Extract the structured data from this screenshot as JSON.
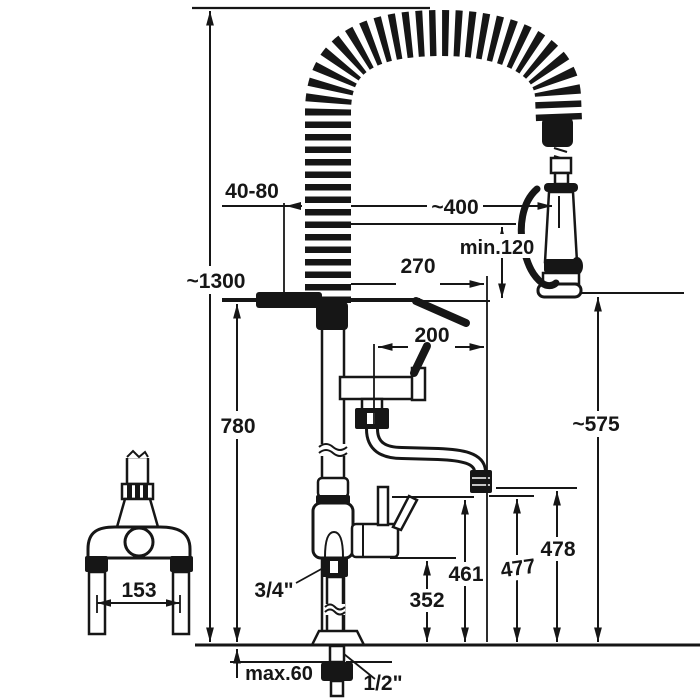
{
  "drawing_type": "faucet-installation-dimension-diagram",
  "dimensions": {
    "total_height": "~1300",
    "wall_clearance": "40-80",
    "hose_reach": "~400",
    "min_clearance": "min.120",
    "bracket_reach": "270",
    "spout_reach": "200",
    "riser_height": "780",
    "spray_rest_height": "~575",
    "spout_height_478": "478",
    "spout_height_477": "477",
    "spout_height_461": "461",
    "spout_height_352": "352",
    "inlet_spread": "153",
    "supply_thread": "3/4\"",
    "max_deck_thickness": "max.60",
    "mount_thread": "1/2\""
  }
}
